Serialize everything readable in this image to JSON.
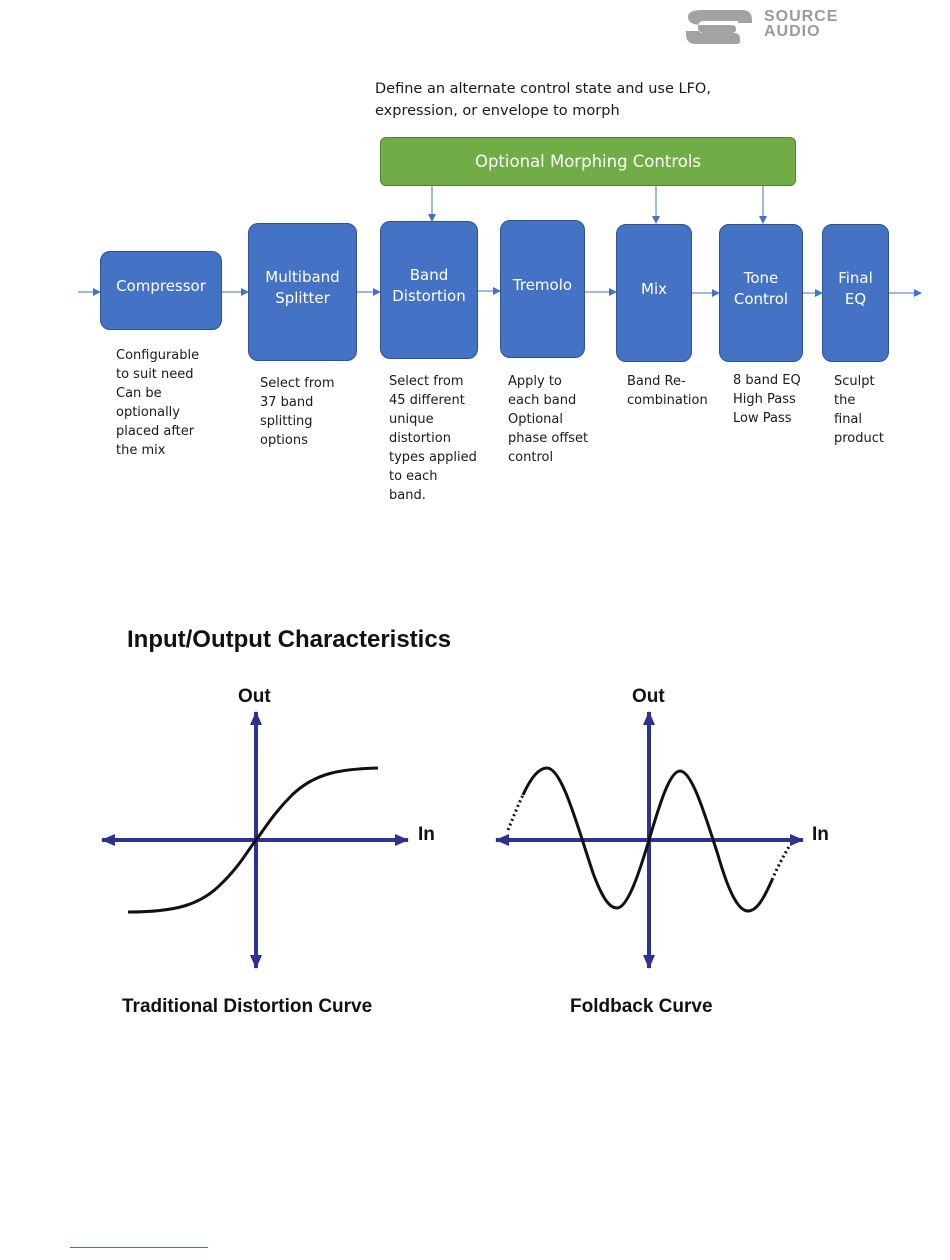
{
  "brand": {
    "logo_text_line1": "SOURCE",
    "logo_text_line2": "AUDIO",
    "logo_color": "#9a9a9a"
  },
  "signal_chain": {
    "morph_note": "Define an alternate control state and use LFO, expression, or envelope to morph",
    "morph_box_label": "Optional Morphing Controls",
    "block_color": "#4472c4",
    "morph_color": "#70ad47",
    "blocks": [
      {
        "label": "Compressor",
        "description": "Configurable\nto suit need\nCan be\noptionally\nplaced after\nthe mix"
      },
      {
        "label": "Multiband\nSplitter",
        "description": "Select from\n37 band\nsplitting\noptions"
      },
      {
        "label": "Band\nDistortion",
        "description": "Select from\n45 different\nunique\ndistortion\ntypes applied\nto each\nband."
      },
      {
        "label": "Tremolo",
        "description": "Apply to\neach band\nOptional\nphase offset\ncontrol"
      },
      {
        "label": "Mix",
        "description": "Band Re-\ncombination"
      },
      {
        "label": "Tone\nControl",
        "description": "8 band EQ\nHigh Pass\nLow Pass"
      },
      {
        "label": "Final\nEQ",
        "description": "Sculpt\nthe\nfinal\nproduct"
      }
    ]
  },
  "io_characteristics": {
    "title": "Input/Output Characteristics",
    "axis_color": "#2e3192",
    "charts": [
      {
        "y_axis_label": "Out",
        "x_axis_label": "In",
        "caption": "Traditional Distortion Curve",
        "curve": "sigmoid"
      },
      {
        "y_axis_label": "Out",
        "x_axis_label": "In",
        "caption": "Foldback Curve",
        "curve": "sine-fold"
      }
    ]
  }
}
